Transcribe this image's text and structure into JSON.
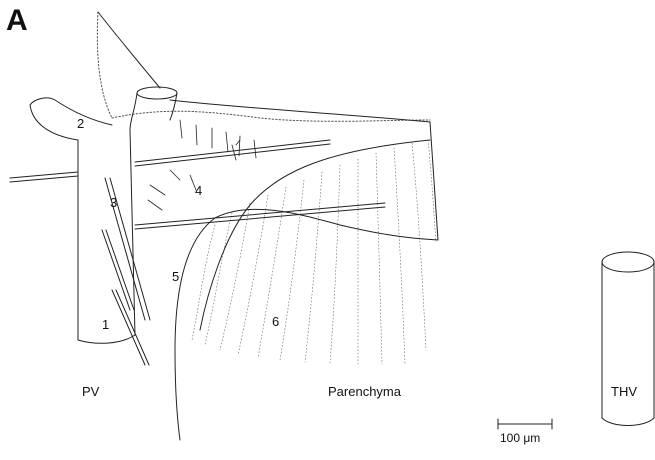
{
  "panel_label": "A",
  "structure_numbers": [
    "1",
    "2",
    "3",
    "4",
    "5",
    "6"
  ],
  "regions": {
    "left": "PV",
    "middle": "Parenchyma",
    "right": "THV"
  },
  "scale_bar": {
    "label": "100 μm"
  },
  "colors": {
    "line": "#222222",
    "dots": "#555555"
  }
}
